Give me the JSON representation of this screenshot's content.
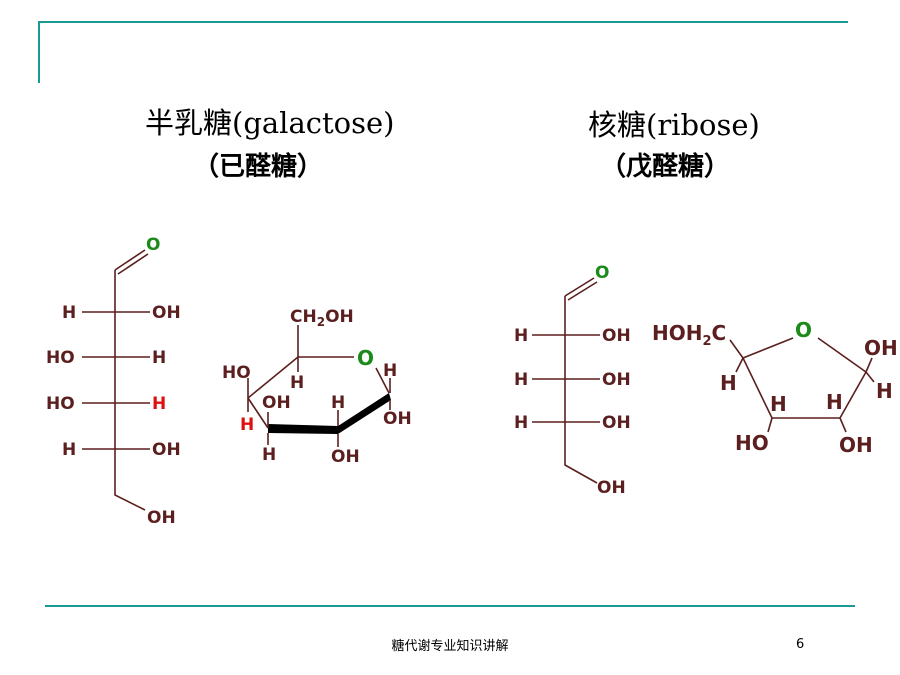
{
  "galactose": {
    "title": "半乳糖(galactose)",
    "subtitle": "（已醛糖）",
    "fischer": {
      "top_o": "O",
      "row1": {
        "left": "H",
        "right": "OH"
      },
      "row2": {
        "left": "HO",
        "right": "H"
      },
      "row3": {
        "left": "HO",
        "right": "H"
      },
      "row4": {
        "left": "H",
        "right": "OH"
      },
      "bottom": "OH"
    },
    "haworth": {
      "ch2oh": "CH2OH",
      "ch2oh_main": "CH",
      "ch2oh_sub": "2",
      "ch2oh_tail": "OH",
      "ring_o": "O",
      "c1_h": "H",
      "c1_oh": "OH",
      "c2_h": "H",
      "c2_oh": "OH",
      "c3_h": "H",
      "c3_oh": "OH",
      "c4_ho": "HO",
      "c4_h": "H",
      "c5_h": "H"
    }
  },
  "ribose": {
    "title": "核糖(ribose)",
    "subtitle": "（戊醛糖）",
    "fischer": {
      "top_o": "O",
      "row1": {
        "left": "H",
        "right": "OH"
      },
      "row2": {
        "left": "H",
        "right": "OH"
      },
      "row3": {
        "left": "H",
        "right": "OH"
      },
      "bottom": "OH"
    },
    "haworth": {
      "hoh2c": "HOH2C",
      "hoh2c_main": "HOH",
      "hoh2c_sub": "2",
      "hoh2c_tail": "C",
      "ring_o": "O",
      "c1_oh": "OH",
      "c1_h": "H",
      "c2_h": "H",
      "c2_oh": "OH",
      "c3_h": "H",
      "c3_ho": "HO",
      "c4_h": "H"
    }
  },
  "footer": "糖代谢专业知识讲解",
  "page_number": "6",
  "colors": {
    "rule": "#1a9a95",
    "label": "#5b1f1f",
    "oxygen": "#1a8a1a",
    "highlight": "#e01010"
  }
}
